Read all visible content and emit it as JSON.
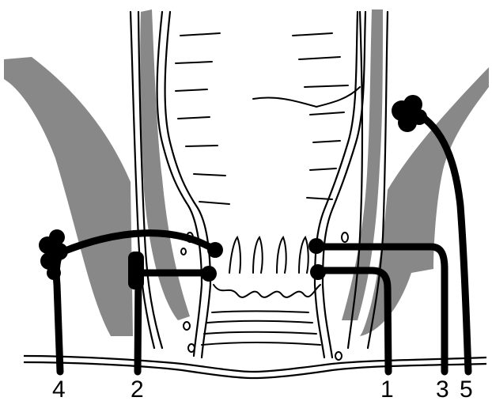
{
  "diagram": {
    "labels": {
      "tract_1": "1",
      "tract_2": "2",
      "tract_3": "3",
      "tract_4": "4",
      "tract_5": "5"
    },
    "colors": {
      "ink": "#000000",
      "muscle_gray": "#888888",
      "background": "#ffffff"
    }
  }
}
